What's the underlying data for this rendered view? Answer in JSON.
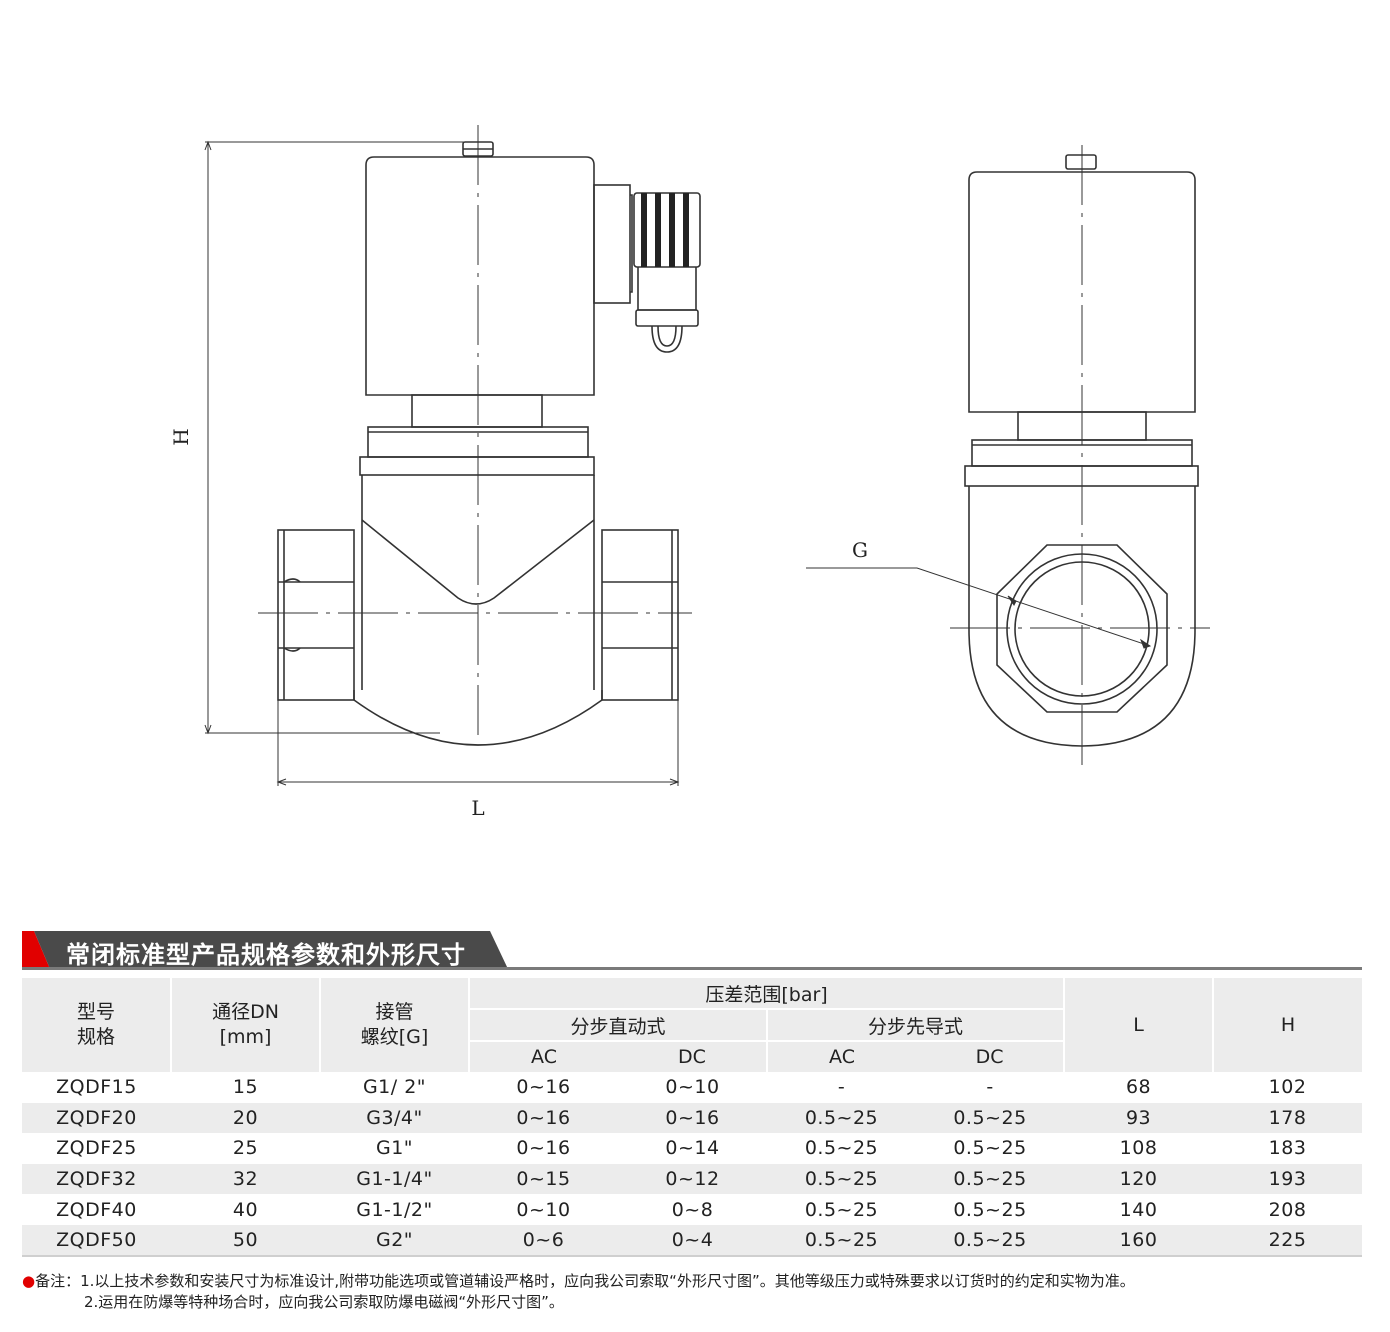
{
  "drawing": {
    "dim_h": "H",
    "dim_l": "L",
    "dim_g": "G"
  },
  "section_title": "常闭标准型产品规格参数和外形尺寸",
  "colors": {
    "accent_red": "#e10000",
    "header_dark": "#4a4a4a",
    "row_gray": "#ececec"
  },
  "table": {
    "headers": {
      "model_1": "型号",
      "model_2": "规格",
      "dn_1": "通径DN",
      "dn_2": "[mm]",
      "thread_1": "接管",
      "thread_2": "螺纹[G]",
      "pressure": "压差范围[bar]",
      "direct": "分步直动式",
      "pilot": "分步先导式",
      "ac1": "AC",
      "dc1": "DC",
      "ac2": "AC",
      "dc2": "DC",
      "L": "L",
      "H": "H"
    },
    "rows": [
      [
        "ZQDF15",
        "15",
        "G1/ 2\"",
        "0~16",
        "0~10",
        "-",
        "-",
        "68",
        "102"
      ],
      [
        "ZQDF20",
        "20",
        "G3/4\"",
        "0~16",
        "0~16",
        "0.5~25",
        "0.5~25",
        "93",
        "178"
      ],
      [
        "ZQDF25",
        "25",
        "G1\"",
        "0~16",
        "0~14",
        "0.5~25",
        "0.5~25",
        "108",
        "183"
      ],
      [
        "ZQDF32",
        "32",
        "G1-1/4\"",
        "0~15",
        "0~12",
        "0.5~25",
        "0.5~25",
        "120",
        "193"
      ],
      [
        "ZQDF40",
        "40",
        "G1-1/2\"",
        "0~10",
        "0~8",
        "0.5~25",
        "0.5~25",
        "140",
        "208"
      ],
      [
        "ZQDF50",
        "50",
        "G2\"",
        "0~6",
        "0~4",
        "0.5~25",
        "0.5~25",
        "160",
        "225"
      ]
    ]
  },
  "notes": {
    "bullet": "●",
    "line1": "备注：1.以上技术参数和安装尺寸为标准设计,附带功能选项或管道辅设严格时，应向我公司索取“外形尺寸图”。其他等级压力或特殊要求以订货时的约定和实物为准。",
    "line2": "2.运用在防爆等特种场合时，应向我公司索取防爆电磁阀“外形尺寸图”。"
  }
}
